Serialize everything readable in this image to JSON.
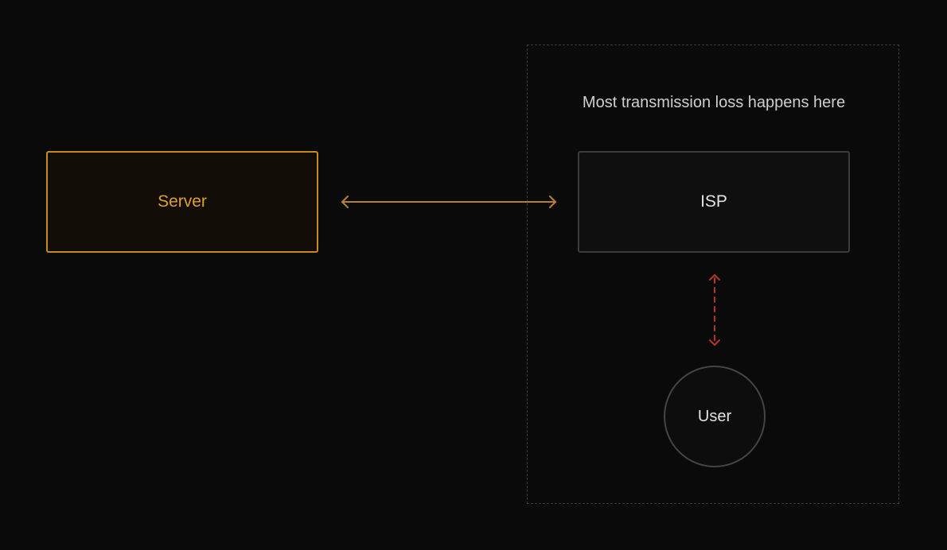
{
  "caption": "Most transmission loss happens here",
  "nodes": {
    "server": "Server",
    "isp": "ISP",
    "user": "User"
  },
  "colors": {
    "background": "#0a0a0a",
    "server_accent": "#c88a1e",
    "server_link": "#b8802a",
    "lossy_link": "#b8322c",
    "neutral_border": "#3c3c3c"
  },
  "links": [
    {
      "from": "Server",
      "to": "ISP",
      "style": "solid",
      "direction": "bidirectional"
    },
    {
      "from": "ISP",
      "to": "User",
      "style": "dashed",
      "direction": "bidirectional"
    }
  ]
}
